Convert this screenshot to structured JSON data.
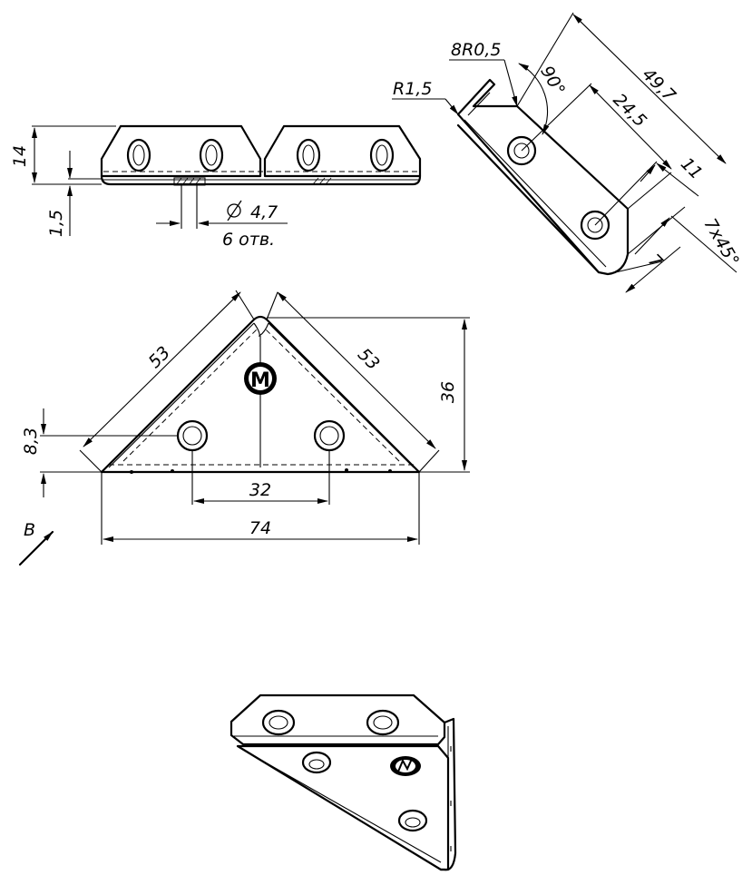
{
  "dimensions": {
    "height_14": "14",
    "thickness": "1,5",
    "hole_dia": "4,7",
    "hole_count": "6 отв.",
    "bend_radius_small": "8R0,5",
    "radius": "R1,5",
    "angle": "90°",
    "length_total": "49,7",
    "length_hole": "24,5",
    "dim_11": "11",
    "chamfer": "7x45°",
    "dim_7": "7",
    "side_left": "53",
    "side_right": "53",
    "height_36": "36",
    "hole_offset": "8,3",
    "hole_spacing": "32",
    "width_total": "74"
  },
  "view_label": "B",
  "logo_letter": "M",
  "symbols": {
    "diameter": "diameter-symbol"
  }
}
